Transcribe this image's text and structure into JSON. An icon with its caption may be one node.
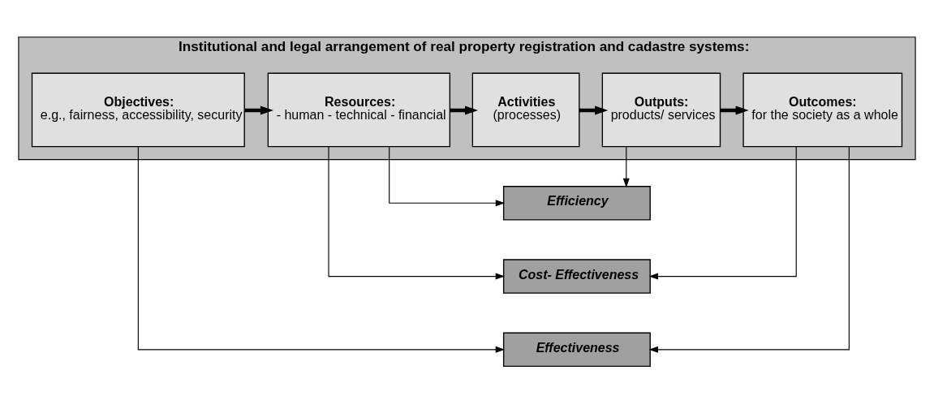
{
  "diagram": {
    "nodes": [
      {
        "text": [
          "Institutional and legal arrangement of real property registration and cadastre systems:"
        ]
      },
      {
        "text": [
          "Objectives:",
          "e.g., fairness, accessibility, security"
        ],
        "in": 0
      },
      {
        "text": [
          "Resources:",
          "- human - technical - financial"
        ],
        "in": 0
      },
      {
        "text": [
          "Activities",
          "(processes)"
        ],
        "in": 0
      },
      {
        "text": [
          "Outputs:",
          "products/ services"
        ],
        "in": 0
      },
      {
        "text": [
          "Outcomes:",
          "for the society as a whole"
        ],
        "in": 0
      },
      {
        "text": [
          "Efficiency"
        ]
      },
      {
        "text": [
          "Cost- Effectiveness"
        ]
      },
      {
        "text": [
          "Effectiveness"
        ]
      }
    ],
    "edges": [
      {
        "from": 1,
        "to": 2,
        "arrow": "to",
        "style": "thick"
      },
      {
        "from": 2,
        "to": 3,
        "arrow": "to",
        "style": "thick"
      },
      {
        "from": 3,
        "to": 4,
        "arrow": "to",
        "style": "thick"
      },
      {
        "from": 4,
        "to": 5,
        "arrow": "to",
        "style": "thick"
      },
      {
        "from": 2,
        "to": 6,
        "arrow": "to"
      },
      {
        "from": 4,
        "to": 6,
        "arrow": "to"
      },
      {
        "from": 2,
        "to": 7,
        "arrow": "to"
      },
      {
        "from": 5,
        "to": 7,
        "arrow": "to"
      },
      {
        "from": 1,
        "to": 8,
        "arrow": "to"
      },
      {
        "from": 5,
        "to": 8,
        "arrow": "to"
      }
    ]
  }
}
